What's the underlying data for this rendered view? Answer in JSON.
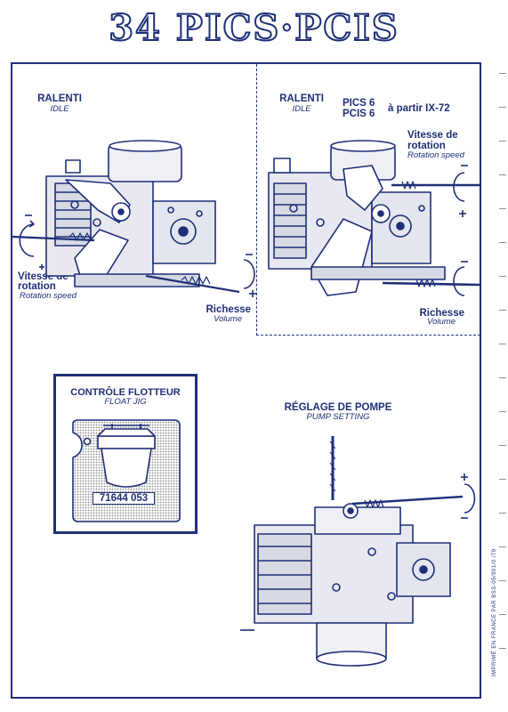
{
  "title": "34 PICS·PCIS",
  "panel_left": {
    "heading": "RALENTI",
    "heading_en": "IDLE",
    "speed_label_line1": "Vitesse de",
    "speed_label_line2": "rotation",
    "speed_label_en": "Rotation speed",
    "volume_label": "Richesse",
    "volume_label_en": "Volume"
  },
  "panel_right": {
    "heading": "RALENTI",
    "heading_en": "IDLE",
    "model_line1": "PICS 6",
    "model_line2": "PCIS 6",
    "model_from": "à partir IX-72",
    "speed_label_line1": "Vitesse de",
    "speed_label_line2": "rotation",
    "speed_label_en": "Rotation speed",
    "volume_label": "Richesse",
    "volume_label_en": "Volume"
  },
  "float_jig": {
    "heading": "CONTRÔLE  FLOTTEUR",
    "heading_en": "FLOAT JIG",
    "part_number": "71644 053"
  },
  "pump": {
    "heading": "RÉGLAGE DE POMPE",
    "heading_en": "PUMP SETTING"
  },
  "imprint": "IMPRIMÉ EN FRANCE PAR BSS-05/901/0 /79",
  "colors": {
    "ink": "#1f2f78",
    "screen": "#c9c9c9"
  }
}
